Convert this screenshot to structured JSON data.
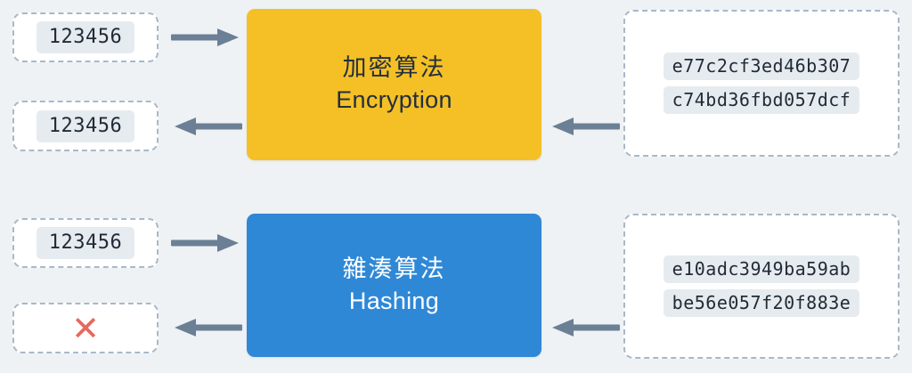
{
  "diagram": {
    "background_color": "#eef2f5",
    "arrow_color": "#6b7f95",
    "dashed_border_color": "#a9b8c7",
    "chip_background": "#e6ebf0",
    "rows": [
      {
        "id": "encryption",
        "box_color": "#f5c026",
        "box_text_color": "#232f3e",
        "title_cjk": "加密算法",
        "title_en": "Encryption",
        "input_value": "123456",
        "output_lines": [
          "e77c2cf3ed46b307",
          "c74bd36fbd057dcf"
        ],
        "reverse_value": "123456",
        "reverse_is_error": false,
        "forward_arrow_icon": "arrow-right-icon",
        "reverse_arrow_icon": "arrow-left-icon"
      },
      {
        "id": "hashing",
        "box_color": "#2f88d6",
        "box_text_color": "#ffffff",
        "title_cjk": "雜湊算法",
        "title_en": "Hashing",
        "input_value": "123456",
        "output_lines": [
          "e10adc3949ba59ab",
          "be56e057f20f883e"
        ],
        "reverse_value": "✕",
        "reverse_is_error": true,
        "error_color": "#e7685c",
        "forward_arrow_icon": "arrow-right-icon",
        "reverse_arrow_icon": "arrow-left-icon"
      }
    ]
  }
}
